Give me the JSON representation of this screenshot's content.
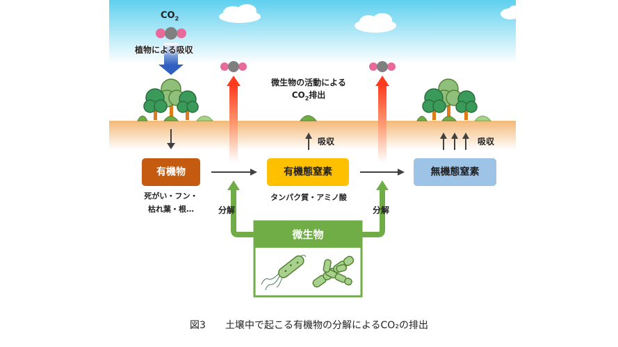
{
  "co2": {
    "prefix": "CO",
    "sub": "2"
  },
  "plant_absorption": "植物による吸収",
  "microbe_activity": {
    "line1": "微生物の活動による",
    "line2_prefix": "CO",
    "line2_sub": "2",
    "line2_suffix": "排出"
  },
  "absorb_label": "吸収",
  "decompose_label": "分解",
  "boxes": {
    "organic": "有機物",
    "organic_n": "有機態窒素",
    "inorganic_n": "無機態窒素"
  },
  "organic_notes": {
    "line1": "死がい・フン・",
    "line2": "枯れ葉・根…"
  },
  "organic_n_note": "タンパク質・アミノ酸",
  "microbe_box_title": "微生物",
  "caption": {
    "figure": "図3",
    "title": "土壌中で起こる有機物の分解によるCO₂の排出"
  },
  "colors": {
    "sky": "#5fd0ef",
    "soil": "#f6c183",
    "organic_box": "#c55a11",
    "organic_n_box": "#ffc000",
    "inorganic_n_box": "#9dc3e6",
    "microbe_green": "#70ad47",
    "co2_pink": "#e86a9a",
    "co2_gray": "#7f7f7f",
    "blue_arrow": "#2f5fc0",
    "red_arrow": "#ff3b1f"
  }
}
